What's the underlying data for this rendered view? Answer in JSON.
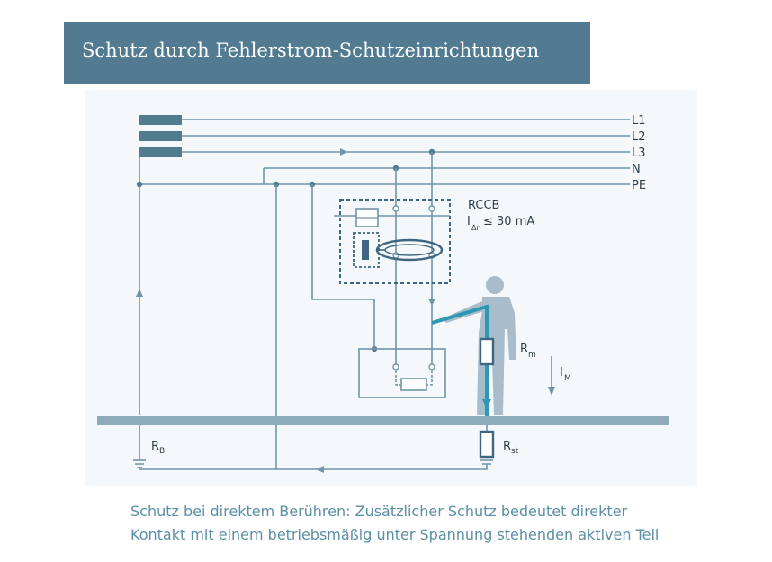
{
  "title": "Schutz durch Fehlerstrom-Schutzeinrichtungen",
  "colors": {
    "title_bg": "#527a91",
    "line": "#6f95ab",
    "accent": "#2c98b3",
    "dark": "#3e6680",
    "figure": "#a9bccb",
    "ground": "#8eabbc",
    "caption": "#5b8fa6"
  },
  "diagram": {
    "lines": {
      "l1": "L1",
      "l2": "L2",
      "l3": "L3",
      "n": "N",
      "pe": "PE"
    },
    "device": {
      "name": "RCCB",
      "rating_main": "I",
      "rating_sub": "Δn",
      "rating_rest": " ≤ 30 mA"
    },
    "labels": {
      "rb_main": "R",
      "rb_sub": "B",
      "rm_main": "R",
      "rm_sub": "m",
      "im_main": "I",
      "im_sub": "M",
      "rst_main": "R",
      "rst_sub": "st"
    }
  },
  "caption": {
    "line1": "Schutz bei direktem Berühren: Zusätzlicher Schutz bedeutet direkter",
    "line2": "Kontakt mit einem betriebsmäßig unter Spannung stehenden aktiven Teil"
  }
}
